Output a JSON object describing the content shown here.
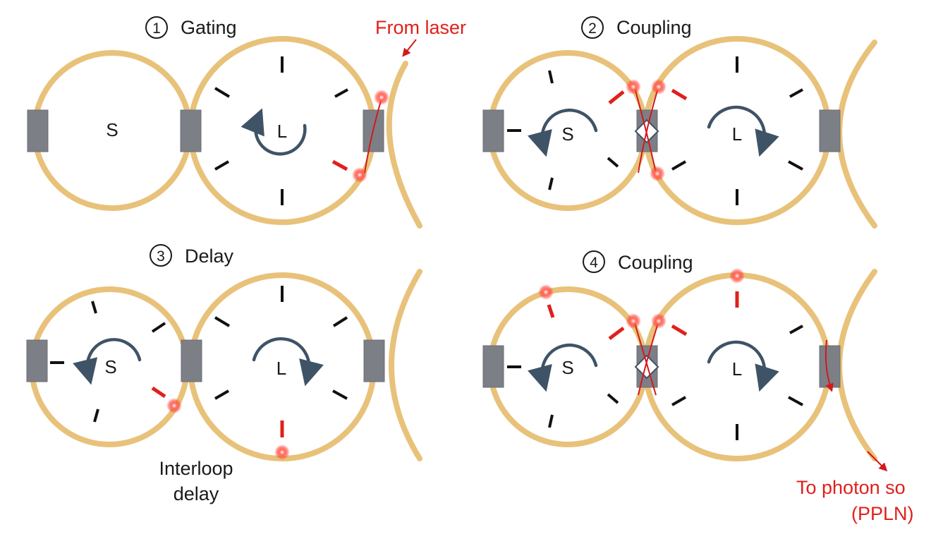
{
  "colors": {
    "fiber": "#e8c27a",
    "coupler": "#7d7f86",
    "pulse_red": "#e0201b",
    "rotation_arrow": "#3f5367",
    "bin_tick": "#111111"
  },
  "panels": [
    {
      "id": "gating",
      "number": "1",
      "title": "Gating"
    },
    {
      "id": "coupling1",
      "number": "2",
      "title": "Coupling"
    },
    {
      "id": "delay",
      "number": "3",
      "title": "Delay"
    },
    {
      "id": "coupling2",
      "number": "4",
      "title": "Coupling"
    }
  ],
  "loop_labels": {
    "small": "S",
    "large": "L"
  },
  "annotations": {
    "from_laser": "From laser",
    "interloop_line1": "Interloop",
    "interloop_line2": "delay",
    "to_source_line1": "To photon so",
    "to_source_line2": "(PPLN)"
  },
  "icons": [
    "rotation-arrow-icon",
    "beam-splitter-diamond-icon",
    "pulse-dot-icon",
    "fiber-coupler-icon"
  ]
}
